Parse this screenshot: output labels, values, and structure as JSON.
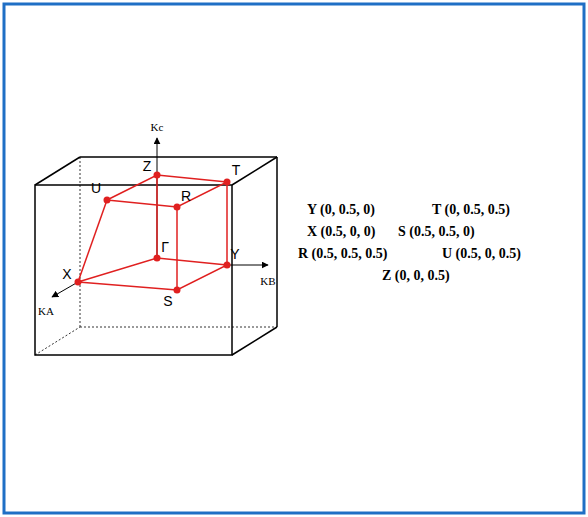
{
  "diagram": {
    "labels": [
      "Kc",
      "KB",
      "KA",
      "Z",
      "T",
      "U",
      "R",
      "X",
      "Γ",
      "Y",
      "S",
      "Y (0, 0.5, 0)",
      "T (0, 0.5, 0.5)",
      "X (0.5, 0, 0)",
      "S (0.5, 0.5, 0)",
      "R (0.5, 0.5, 0.5)",
      "U (0.5, 0, 0.5)",
      "Z (0, 0, 0.5)"
    ]
  }
}
